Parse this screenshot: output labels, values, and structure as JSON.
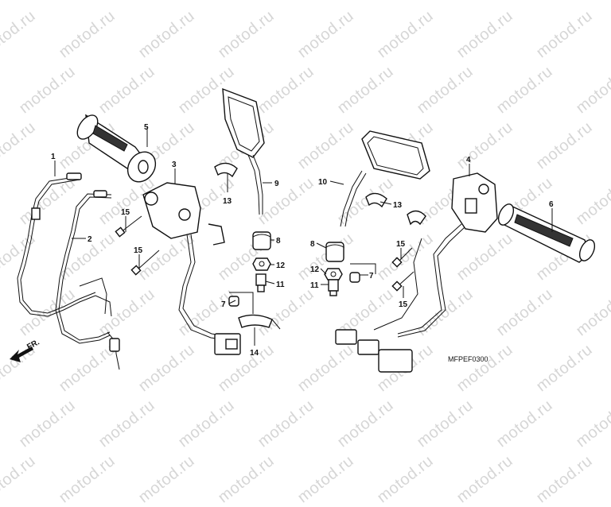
{
  "watermark": "motod.ru",
  "diagram_code": "MFPEF0300",
  "direction_label": "FR.",
  "callouts": [
    "1",
    "2",
    "3",
    "4",
    "5",
    "6",
    "7",
    "7",
    "8",
    "8",
    "9",
    "10",
    "11",
    "11",
    "12",
    "12",
    "13",
    "13",
    "14",
    "15",
    "15",
    "15",
    "15"
  ]
}
